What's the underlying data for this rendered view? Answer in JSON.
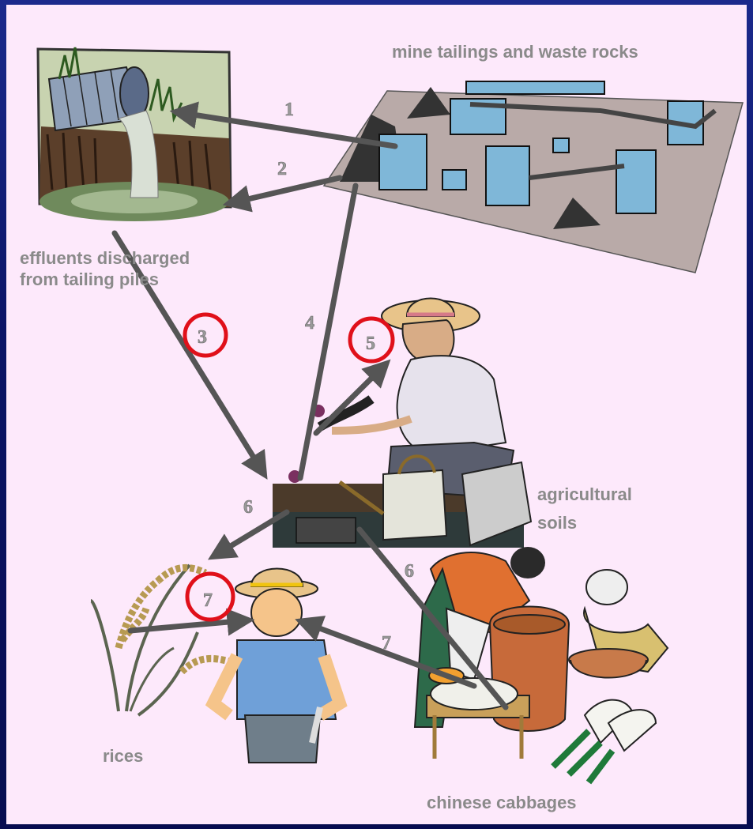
{
  "labels": {
    "mine": "mine tailings and waste rocks",
    "effluents_line1": "effluents discharged",
    "effluents_line2": "from tailing piles",
    "soils_line1": "agricultural",
    "soils_line2": "soils",
    "rices": "rices",
    "cabbages": "chinese cabbages"
  },
  "pathways": {
    "p1": "1",
    "p2": "2",
    "p3": "3",
    "p4": "4",
    "p5": "5",
    "p6a": "6",
    "p6b": "6",
    "p7a": "7",
    "p7b": "7"
  },
  "highlighted_pathways": [
    "3",
    "5",
    "7"
  ],
  "colors": {
    "background": "#fde9fb",
    "frame": "#0b1466",
    "arrow": "#555555",
    "highlight_circle": "#e0101a",
    "label_text": "#8a8a8a"
  },
  "icons": [
    "discharge-pipe-icon",
    "mine-plant-icon",
    "gardener-icon",
    "rice-plant-icon",
    "farmer-icon",
    "kimchi-women-icon",
    "radish-icon"
  ]
}
